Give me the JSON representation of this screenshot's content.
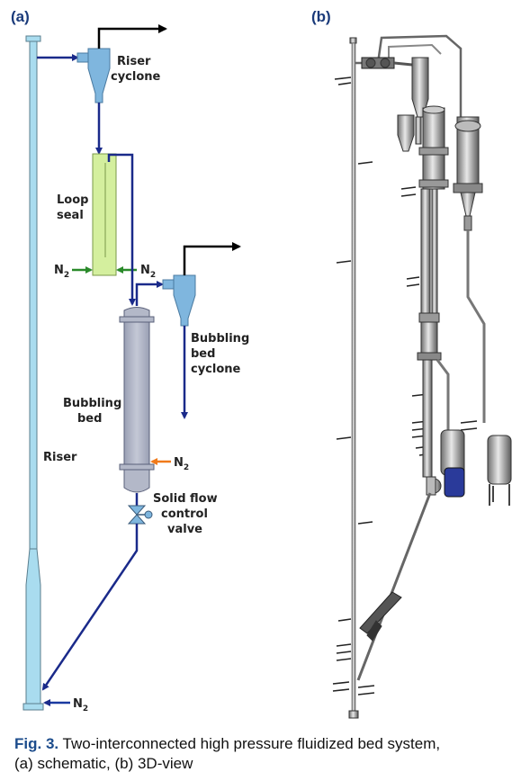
{
  "panels": {
    "a_label": "(a)",
    "b_label": "(b)"
  },
  "schematic": {
    "riser_cyclone": [
      "Riser",
      "cyclone"
    ],
    "loop_seal": [
      "Loop",
      "seal"
    ],
    "bubbling_bed_cyclone": [
      "Bubbling",
      "bed",
      "cyclone"
    ],
    "bubbling_bed": [
      "Bubbling",
      "bed"
    ],
    "riser": "Riser",
    "solid_flow_valve": [
      "Solid flow",
      "control",
      "valve"
    ],
    "gas_label": "N",
    "gas_subscript": "2"
  },
  "colors": {
    "riser_fill": "#a9dcef",
    "loop_seal_fill": "#d4ef9e",
    "bed_fill": "#b3b8c8",
    "cyclone_fill": "#7fb6de",
    "solids_flow": "#1a2a8a",
    "gas_exit": "#000000",
    "n2_green": "#2a8a2a",
    "n2_orange": "#f07a1a",
    "n2_blue": "#1a3aa0"
  },
  "caption": {
    "fig_number": "Fig. 3.",
    "line1": "Two-interconnected high pressure fluidized bed system,",
    "line2": "(a) schematic, (b) 3D-view"
  }
}
